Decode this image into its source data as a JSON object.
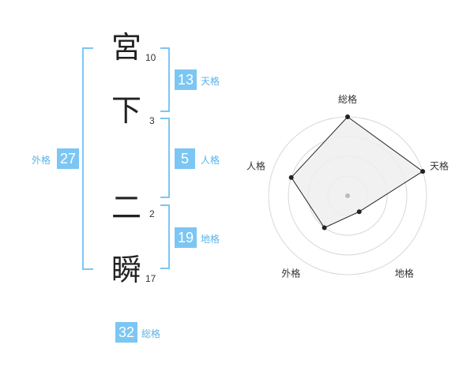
{
  "name_chars": [
    {
      "char": "宮",
      "strokes": "10"
    },
    {
      "char": "下",
      "strokes": "3"
    },
    {
      "char": "二",
      "strokes": "2"
    },
    {
      "char": "瞬",
      "strokes": "17"
    }
  ],
  "kaku": {
    "tenkaku": {
      "value": "13",
      "label": "天格"
    },
    "jinkaku": {
      "value": "5",
      "label": "人格"
    },
    "chikaku": {
      "value": "19",
      "label": "地格"
    },
    "gaikaku": {
      "value": "27",
      "label": "外格"
    },
    "soukaku": {
      "value": "32",
      "label": "総格"
    }
  },
  "colors": {
    "accent": "#7cc6f3",
    "accent_text": "#5ab3ea"
  },
  "chart_data": {
    "type": "radar",
    "axes": [
      "総格",
      "天格",
      "地格",
      "外格",
      "人格"
    ],
    "values": [
      4,
      4,
      1,
      2,
      3
    ],
    "max": 4,
    "rings": 4
  }
}
